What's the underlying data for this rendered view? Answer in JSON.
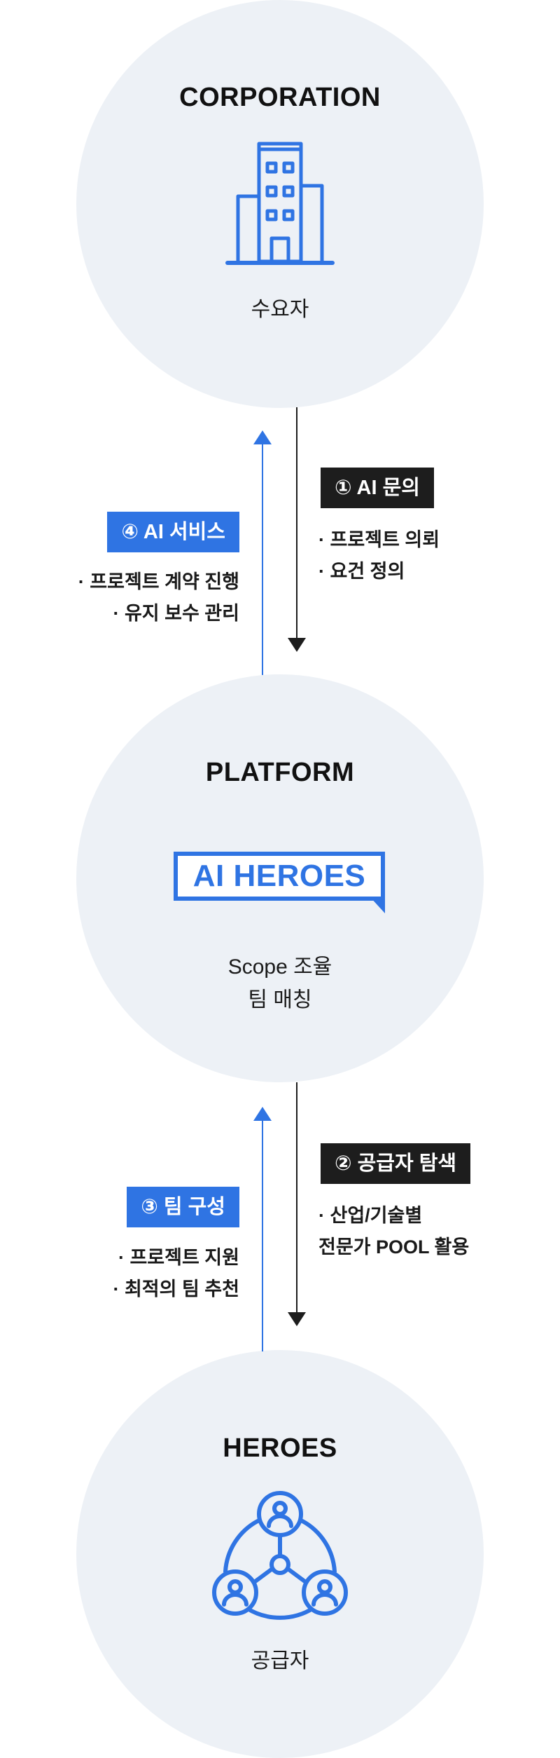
{
  "colors": {
    "accent": "#2f74e3",
    "dark": "#1d1d1d",
    "circle": "#edf1f6",
    "arrow_down": "#1d1d1d",
    "arrow_up": "#2f74e3"
  },
  "nodes": {
    "corporation": {
      "title": "CORPORATION",
      "icon": "building-icon",
      "caption": "수요자"
    },
    "platform": {
      "title": "PLATFORM",
      "logo": "AI HEROES",
      "caption_line1": "Scope 조율",
      "caption_line2": "팀 매칭"
    },
    "heroes": {
      "title": "HEROES",
      "icon": "network-people-icon",
      "caption": "공급자"
    }
  },
  "flows": {
    "step1": {
      "label": "① AI 문의",
      "bullets": [
        "· 프로젝트 의뢰",
        "· 요건 정의"
      ]
    },
    "step4": {
      "label": "④ AI 서비스",
      "bullets": [
        "· 프로젝트 계약 진행",
        "· 유지 보수 관리"
      ]
    },
    "step2": {
      "label": "② 공급자 탐색",
      "bullets": [
        "· 산업/기술별",
        "전문가 POOL 활용"
      ]
    },
    "step3": {
      "label": "③ 팀 구성",
      "bullets": [
        "· 프로젝트 지원",
        "· 최적의 팀 추천"
      ]
    }
  }
}
